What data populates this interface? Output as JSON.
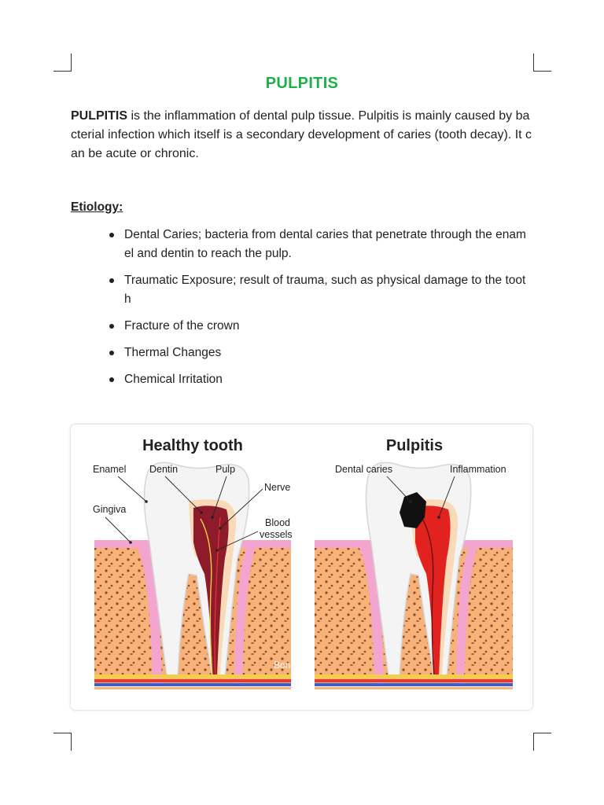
{
  "page": {
    "title": "PULPITIS",
    "intro_bold": "PULPITIS",
    "intro_text": " is the inflammation of dental pulp tissue. Pulpitis is mainly caused by bacterial infection which itself is a secondary development of caries (tooth decay). It can be acute or chronic.",
    "etiology_heading": "Etiology:",
    "etiology_items": [
      "Dental Caries; bacteria from dental caries that penetrate through the enamel and dentin to reach the pulp.",
      "Traumatic Exposure; result of trauma, such as physical damage to the tooth",
      "Fracture of the crown",
      "Thermal Changes",
      "Chemical Irritation"
    ]
  },
  "figure": {
    "healthy_title": "Healthy tooth",
    "pulpitis_title": "Pulpitis",
    "labels": {
      "enamel": "Enamel",
      "dentin": "Dentin",
      "pulp": "Pulp",
      "nerve": "Nerve",
      "blood": "Blood",
      "vessels": "vessels",
      "gingiva": "Gingiva",
      "bone": "Bone",
      "caries": "Dental caries",
      "inflammation": "Inflammation"
    },
    "colors": {
      "bone": "#f7b27a",
      "gingiva": "#f3a5cf",
      "pulp": "#8e1b2a",
      "inflamed": "#e2221f",
      "enamel": "#f4f4f4",
      "accent_title": "#1eb04a"
    }
  }
}
